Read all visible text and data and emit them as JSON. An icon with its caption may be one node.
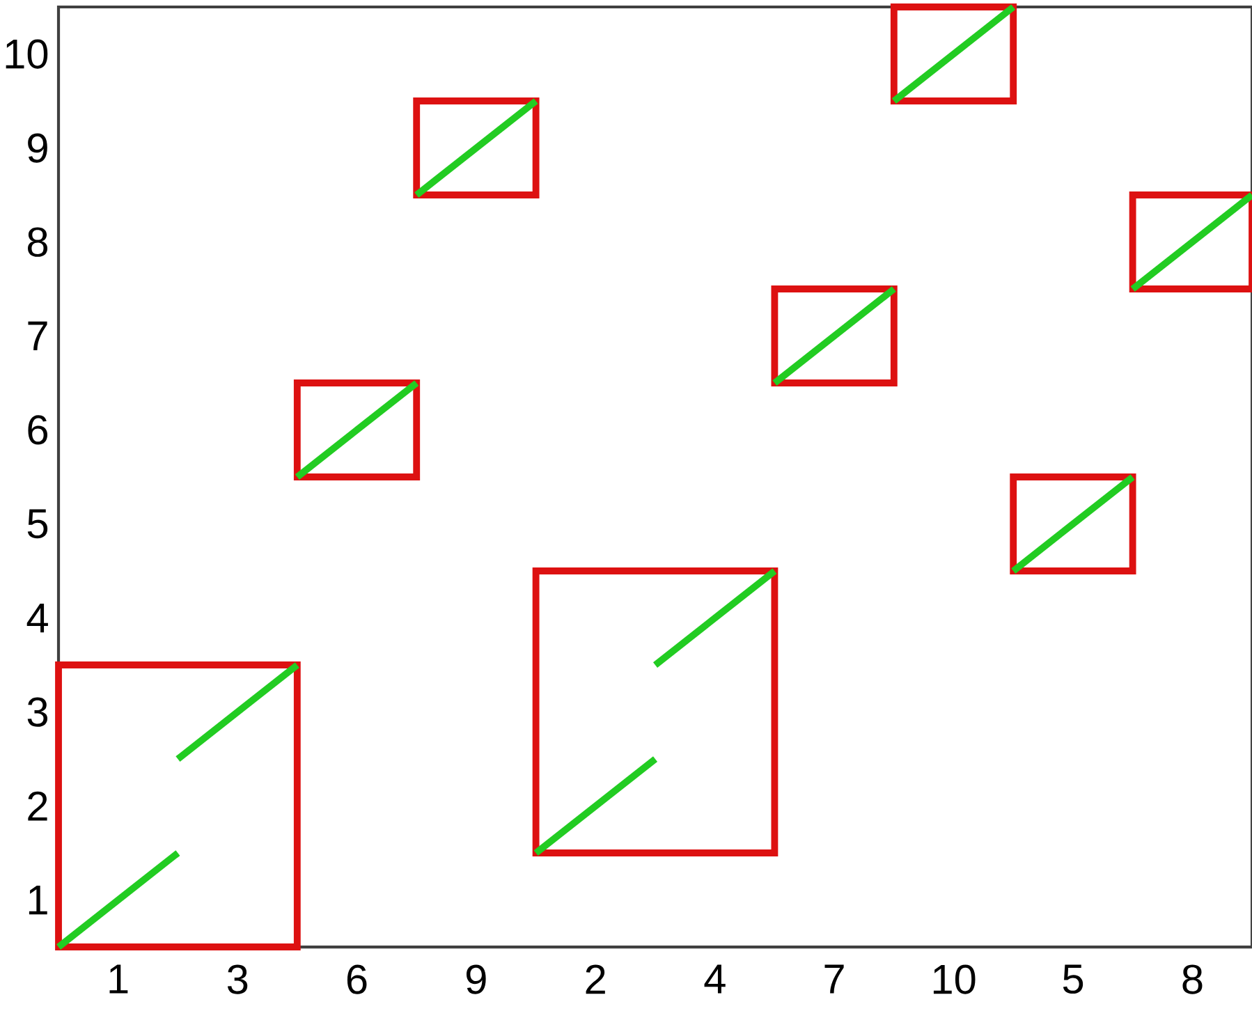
{
  "diagram": {
    "labels": [
      "10",
      "9",
      "8",
      "7",
      "6",
      "5",
      "4",
      "3",
      "2",
      "1",
      "1",
      "3",
      "6",
      "9",
      "2",
      "4",
      "7",
      "10",
      "5",
      "8"
    ]
  }
}
